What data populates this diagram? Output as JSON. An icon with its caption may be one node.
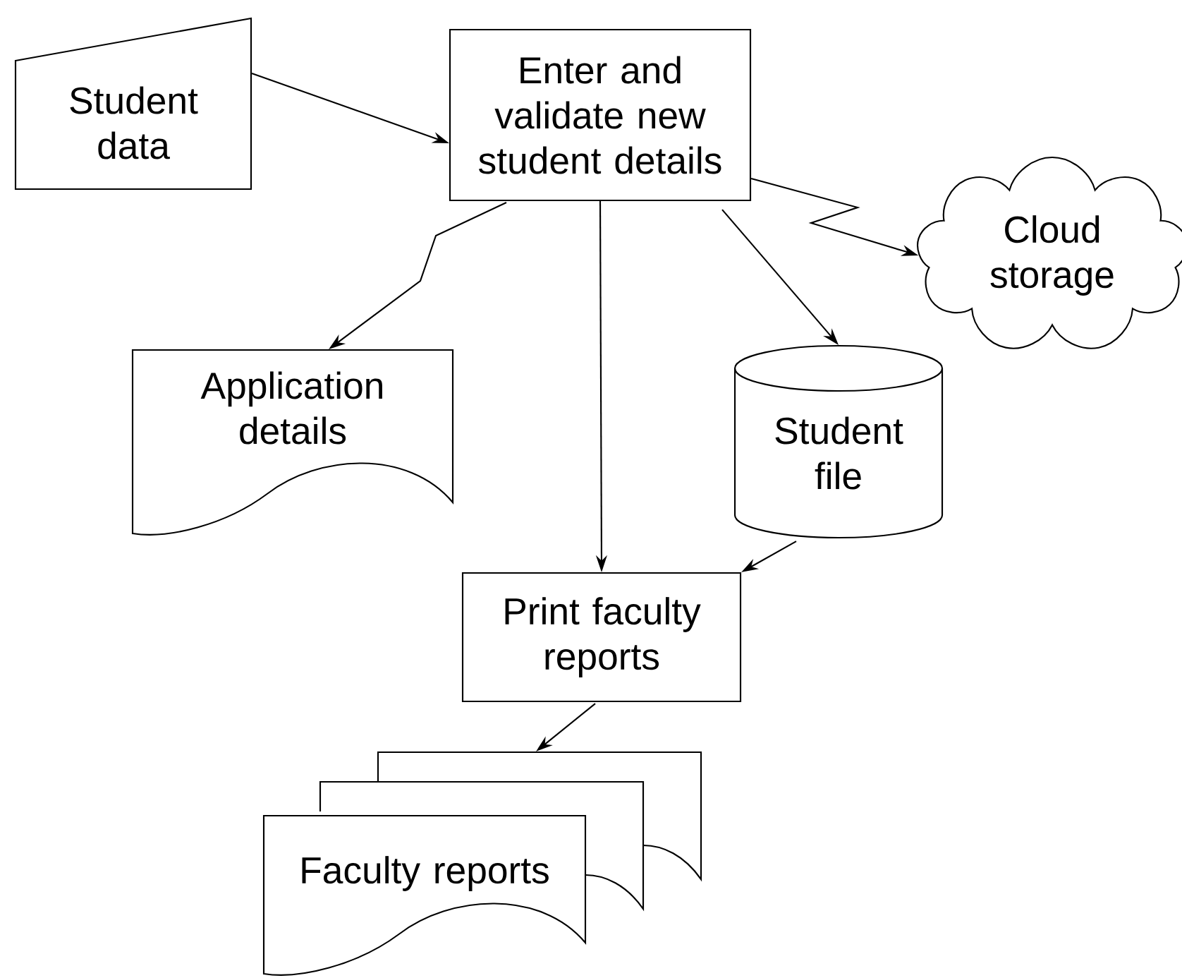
{
  "diagram": {
    "nodes": [
      {
        "text": [
          "Student data"
        ]
      },
      {
        "text": [
          "Enter and validate new student details"
        ]
      },
      {
        "text": [
          "Cloud storage"
        ]
      },
      {
        "text": [
          "Application details"
        ]
      },
      {
        "text": [
          "Student file"
        ]
      },
      {
        "text": [
          "Print faculty reports"
        ]
      },
      {
        "text": [
          "Faculty reports"
        ]
      }
    ],
    "edges": [
      {
        "from": 0,
        "to": 1,
        "arrow": "to"
      },
      {
        "from": 1,
        "to": 3,
        "arrow": "to"
      },
      {
        "from": 1,
        "to": 5,
        "arrow": "to"
      },
      {
        "from": 1,
        "to": 4,
        "arrow": "to"
      },
      {
        "from": 1,
        "to": 2,
        "arrow": "to"
      },
      {
        "from": 4,
        "to": 5,
        "arrow": "to"
      },
      {
        "from": 5,
        "to": 6,
        "arrow": "to"
      }
    ]
  }
}
